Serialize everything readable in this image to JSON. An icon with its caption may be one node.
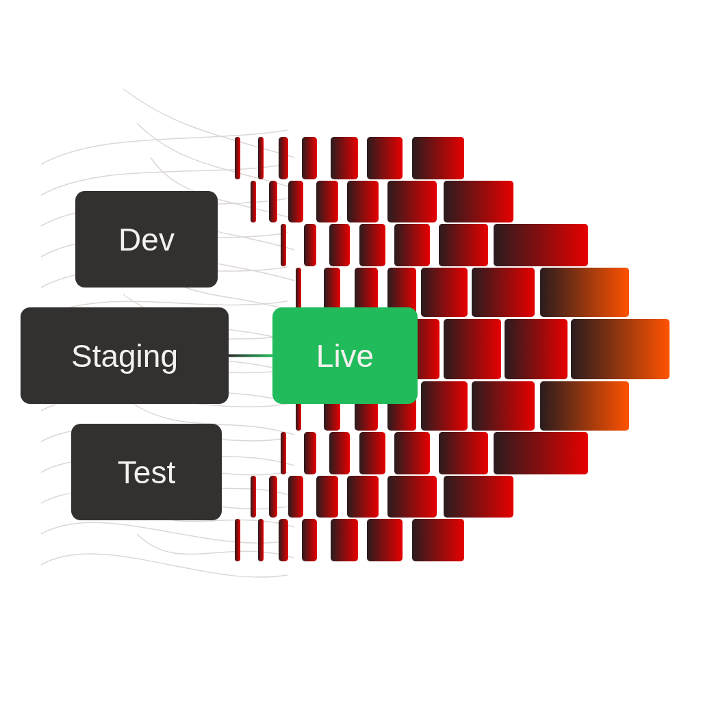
{
  "diagram": {
    "nodes": [
      {
        "text": [
          "Dev"
        ]
      },
      {
        "text": [
          "Staging"
        ]
      },
      {
        "text": [
          "Test"
        ]
      },
      {
        "text": [
          "Live"
        ]
      }
    ],
    "edges": [
      {
        "from": 1,
        "to": 3,
        "arrow": "none"
      }
    ]
  }
}
